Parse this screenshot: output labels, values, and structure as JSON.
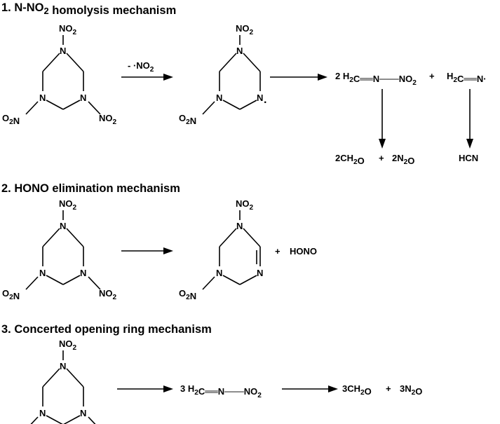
{
  "titles": {
    "m1": "1. N-NO2 homolysis mechanism",
    "m2": "2. HONO elimination mechanism",
    "m3": "3. Concerted opening ring mechanism"
  },
  "atoms": {
    "N": "N",
    "O2N": "O2N",
    "NO2": "NO2",
    "radical_dot": "·"
  },
  "mechanism1": {
    "reagent_label": "- ·NO2",
    "product_a": "2 H2C=N—NO2",
    "plus1": "+",
    "product_b": "H2C=N·",
    "decomp_a_1": "2CH2O",
    "decomp_plus": "+",
    "decomp_a_2": "2N2O",
    "decomp_b": "HCN"
  },
  "mechanism2": {
    "plus": "+",
    "byproduct": "HONO"
  },
  "mechanism3": {
    "intermediate": "3 H2C=N—NO2",
    "product_1": "3CH2O",
    "plus": "+",
    "product_2": "3N2O"
  }
}
